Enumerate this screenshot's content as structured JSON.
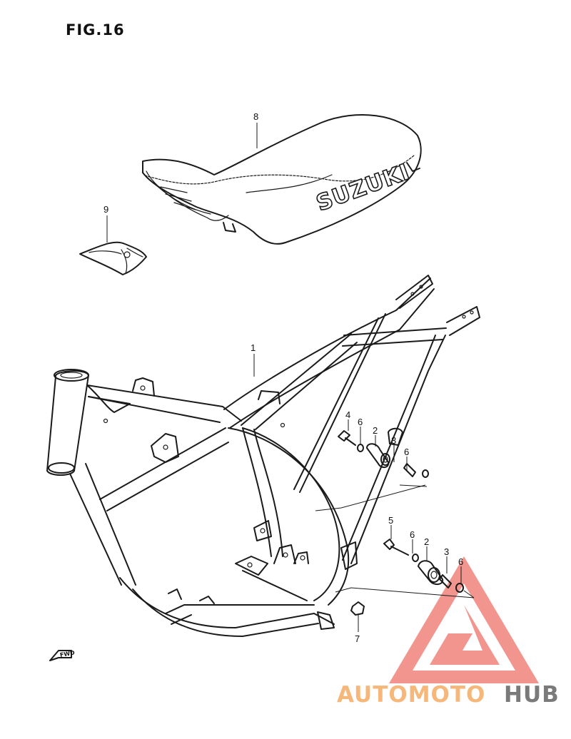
{
  "figure": {
    "title": "FIG.16"
  },
  "seat": {
    "logo_text": "SUZUKI"
  },
  "fwd_label": "FWD",
  "callouts": [
    {
      "id": "c8",
      "label": "8"
    },
    {
      "id": "c9",
      "label": "9"
    },
    {
      "id": "c1",
      "label": "1"
    },
    {
      "id": "c4",
      "label": "4"
    },
    {
      "id": "c6a",
      "label": "6"
    },
    {
      "id": "c2a",
      "label": "2"
    },
    {
      "id": "c3a",
      "label": "3"
    },
    {
      "id": "c6b",
      "label": "6"
    },
    {
      "id": "c5",
      "label": "5"
    },
    {
      "id": "c6c",
      "label": "6"
    },
    {
      "id": "c2b",
      "label": "2"
    },
    {
      "id": "c3b",
      "label": "3"
    },
    {
      "id": "c6d",
      "label": "6"
    },
    {
      "id": "c7",
      "label": "7"
    }
  ],
  "watermark": {
    "text_left": "AUTOMOTO",
    "text_right": "HUB",
    "color_left": "#f5b87a",
    "color_right": "#7a7a7a",
    "logo_color": "#f07b72"
  }
}
